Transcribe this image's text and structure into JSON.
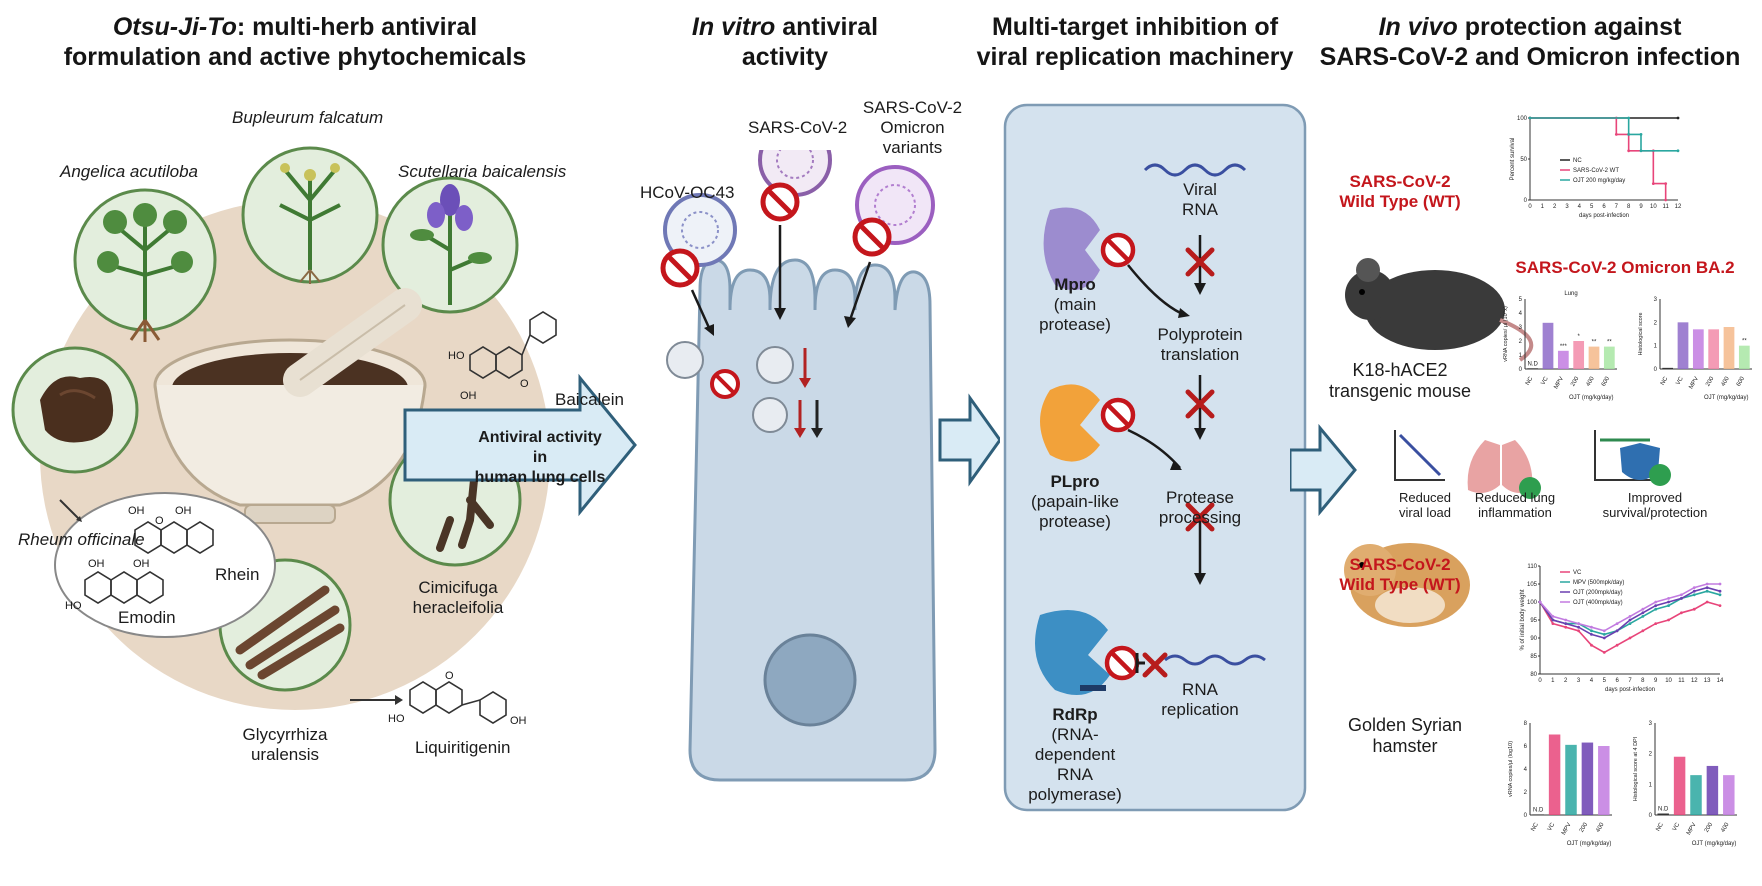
{
  "titles": {
    "p1_italic": "Otsu-Ji-To",
    "p1_rest1": ": multi-herb antiviral",
    "p1_line2": "formulation and active phytochemicals",
    "p2_italic": "In vitro",
    "p2_rest1": " antiviral",
    "p2_line2": "activity",
    "p3_line1": "Multi-target inhibition of",
    "p3_line2": "viral replication machinery",
    "p4_italic": "In vivo",
    "p4_rest1": " protection against",
    "p4_line2": "SARS-CoV-2 and Omicron infection"
  },
  "herbs": {
    "bupleurum": "Bupleurum falcatum",
    "angelica": "Angelica acutiloba",
    "scutellaria": "Scutellaria baicalensis",
    "rheum": "Rheum officinale",
    "cimicifuga_1": "Cimicifuga",
    "cimicifuga_2": "heracleifolia",
    "glycyrrhiza_1": "Glycyrrhiza",
    "glycyrrhiza_2": "uralensis"
  },
  "compounds": {
    "baicalein": "Baicalein",
    "rhein": "Rhein",
    "emodin": "Emodin",
    "liquiritigenin": "Liquiritigenin",
    "atom_oh": "OH",
    "atom_o": "O",
    "atom_ho": "HO"
  },
  "arrow1": {
    "line1": "Antiviral activity in",
    "line2": "human lung cells"
  },
  "viruses": {
    "hcov": "HCoV-OC43",
    "sars": "SARS-CoV-2",
    "omicron_1": "SARS-CoV-2",
    "omicron_2": "Omicron",
    "omicron_3": "variants"
  },
  "mechanism": {
    "viral_rna_1": "Viral",
    "viral_rna_2": "RNA",
    "mpro_name": "Mpro",
    "mpro_d1": "(main",
    "mpro_d2": "protease)",
    "poly_1": "Polyprotein",
    "poly_2": "translation",
    "plpro_name": "PLpro",
    "plpro_d1": "(papain-like",
    "plpro_d2": "protease)",
    "prot_1": "Protease",
    "prot_2": "processing",
    "rdrp_name": "RdRp",
    "rdrp_d1": "(RNA-",
    "rdrp_d2": "dependent RNA",
    "rdrp_d3": "polymerase)",
    "rna_1": "RNA",
    "rna_2": "replication"
  },
  "invivo": {
    "wt_1": "SARS-CoV-2",
    "wt_2": "Wild Type (WT)",
    "omicron_ba2": "SARS-CoV-2 Omicron BA.2",
    "mouse_1": "K18-hACE2",
    "mouse_2": "transgenic mouse",
    "hamster_1": "Golden Syrian",
    "hamster_2": "hamster",
    "outcome_viral_1": "Reduced",
    "outcome_viral_2": "viral load",
    "outcome_lung_1": "Reduced lung",
    "outcome_lung_2": "inflammation",
    "outcome_surv_1": "Improved",
    "outcome_surv_2": "survival/protection"
  },
  "chart_data": [
    {
      "type": "line",
      "ylabel": "Percent survival",
      "xlabel": "days post-infection",
      "xlim": [
        0,
        12
      ],
      "ylim": [
        0,
        100
      ],
      "xticks": [
        0,
        1,
        2,
        3,
        4,
        5,
        6,
        7,
        8,
        9,
        10,
        11,
        12
      ],
      "yticks": [
        0,
        50,
        100
      ],
      "series": [
        {
          "name": "NC",
          "color": "#222222",
          "x": [
            0,
            12
          ],
          "y": [
            100,
            100
          ]
        },
        {
          "name": "SARS-CoV-2 WT",
          "color": "#e8457a",
          "x": [
            0,
            7,
            7,
            8,
            8,
            10,
            10,
            11,
            11
          ],
          "y": [
            100,
            100,
            80,
            80,
            60,
            60,
            20,
            20,
            0
          ]
        },
        {
          "name": "OJT 200 mg/kg/day",
          "color": "#2aa7a0",
          "x": [
            0,
            8,
            8,
            9,
            9,
            12
          ],
          "y": [
            100,
            100,
            80,
            80,
            60,
            60
          ]
        }
      ]
    },
    {
      "type": "bar",
      "title": "Lung",
      "ylabel": "vRNA copies/ μl (10^x)",
      "categories": [
        "NC",
        "VC",
        "MPV",
        "200",
        "400",
        "600"
      ],
      "values": [
        0.05,
        3.3,
        1.3,
        2.0,
        1.6,
        1.6
      ],
      "colors": [
        "#222222",
        "#8e6bc9",
        "#c27be0",
        "#f28aa8",
        "#f5b98a",
        "#a8e6a3"
      ],
      "annotations": [
        "N.D",
        "",
        "***",
        "*",
        "**",
        "**"
      ],
      "ylim": [
        0,
        5
      ],
      "yticks": [
        0,
        1,
        2,
        3,
        4,
        5
      ],
      "group_label": "OJT (mg/kg/day)"
    },
    {
      "type": "bar",
      "ylabel": "Histological score",
      "categories": [
        "NC",
        "VC",
        "MPV",
        "200",
        "400",
        "600"
      ],
      "values": [
        0.05,
        2.0,
        1.7,
        1.7,
        1.8,
        1.0
      ],
      "colors": [
        "#222222",
        "#8e6bc9",
        "#c27be0",
        "#f28aa8",
        "#f5b98a",
        "#a8e6a3"
      ],
      "annotations": [
        "",
        "",
        "",
        "",
        "",
        "**"
      ],
      "ylim": [
        0,
        3
      ],
      "yticks": [
        0,
        1,
        2,
        3
      ],
      "group_label": "OJT (mg/kg/day)"
    },
    {
      "type": "line",
      "ylabel": "% of initial body weight",
      "xlabel": "days post-infection",
      "xlim": [
        0,
        14
      ],
      "ylim": [
        80,
        110
      ],
      "xticks": [
        0,
        1,
        2,
        3,
        4,
        5,
        6,
        7,
        8,
        9,
        10,
        11,
        12,
        13,
        14
      ],
      "yticks": [
        80,
        85,
        90,
        95,
        100,
        105,
        110
      ],
      "series": [
        {
          "name": "VC",
          "color": "#e8457a",
          "x": [
            0,
            1,
            2,
            3,
            4,
            5,
            6,
            7,
            8,
            9,
            10,
            11,
            12,
            13,
            14
          ],
          "y": [
            100,
            94,
            93,
            92,
            88,
            86,
            88,
            90,
            92,
            94,
            95,
            97,
            98,
            100,
            99
          ]
        },
        {
          "name": "MPV (500mpk/day)",
          "color": "#2aa7a0",
          "x": [
            0,
            1,
            2,
            3,
            4,
            5,
            6,
            7,
            8,
            9,
            10,
            11,
            12,
            13,
            14
          ],
          "y": [
            100,
            95,
            94,
            94,
            92,
            91,
            92,
            94,
            96,
            98,
            99,
            101,
            102,
            103,
            102
          ]
        },
        {
          "name": "OJT (200mpk/day)",
          "color": "#6a3fb0",
          "x": [
            0,
            1,
            2,
            3,
            4,
            5,
            6,
            7,
            8,
            9,
            10,
            11,
            12,
            13,
            14
          ],
          "y": [
            100,
            95,
            94,
            93,
            91,
            90,
            92,
            95,
            97,
            99,
            100,
            101,
            103,
            104,
            103
          ]
        },
        {
          "name": "OJT (400mpk/day)",
          "color": "#c27be0",
          "x": [
            0,
            1,
            2,
            3,
            4,
            5,
            6,
            7,
            8,
            9,
            10,
            11,
            12,
            13,
            14
          ],
          "y": [
            100,
            96,
            95,
            94,
            93,
            92,
            94,
            96,
            98,
            100,
            101,
            102,
            104,
            105,
            105
          ]
        }
      ]
    },
    {
      "type": "bar",
      "ylabel": "vRNA copies/μl (log10)",
      "categories": [
        "NC",
        "VC",
        "MPV",
        "200",
        "400"
      ],
      "values": [
        0.05,
        7.0,
        6.1,
        6.3,
        6.0
      ],
      "colors": [
        "#222222",
        "#e8457a",
        "#2aa7a0",
        "#6a3fb0",
        "#c27be0"
      ],
      "annotations": [
        "N.D",
        "",
        "",
        "",
        ""
      ],
      "ylim": [
        0,
        8
      ],
      "yticks": [
        0,
        2,
        4,
        6,
        8
      ],
      "group_label": "OJT (mg/kg/day)"
    },
    {
      "type": "bar",
      "ylabel": "Histological score at 4 DPI",
      "categories": [
        "NC",
        "VC",
        "MPV",
        "200",
        "400"
      ],
      "values": [
        0.05,
        1.9,
        1.3,
        1.6,
        1.3
      ],
      "colors": [
        "#222222",
        "#e8457a",
        "#2aa7a0",
        "#6a3fb0",
        "#c27be0"
      ],
      "annotations": [
        "N.D",
        "",
        "",
        "",
        ""
      ],
      "ylim": [
        0,
        3
      ],
      "yticks": [
        0,
        1,
        2,
        3
      ],
      "group_label": "OJT (mg/kg/day)"
    }
  ]
}
